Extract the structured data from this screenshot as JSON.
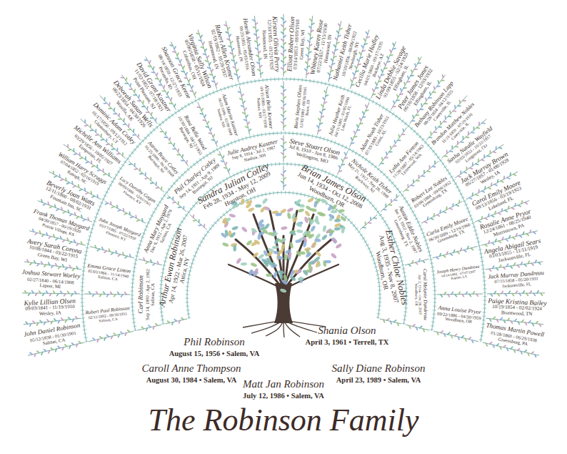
{
  "diagram": {
    "title": "The Robinson Family",
    "nodes": [
      {
        "text": [
          "Arthur Ewan Robinson",
          "Apr 14, 1922 - Mar 26, 2007",
          "Attica, NY"
        ]
      },
      {
        "text": [
          "Sandra Julian Cotley",
          "Feb 28, 1934 - May 12, 2009",
          "Houston, OH"
        ]
      },
      {
        "text": [
          "Brian James Olson",
          "Jun 14, 1934 - Oct 12, 2008",
          "Woodburn, OR"
        ]
      },
      {
        "text": [
          "Esther Chloe Nobles",
          "Aug 3, 1935 - Nov 8, 2007",
          "Woodburn, OR"
        ]
      },
      {
        "text": [
          "Carl Robinson",
          "Sep 14, 1890 - Apr 2, 1962",
          "Salinas, CA"
        ]
      },
      {
        "text": [
          "Anna Mary Maygard",
          "Dec 9, 1912 - Apr 2, 1979",
          "Salinas, CA"
        ]
      },
      {
        "text": [
          "Phil Charley Cotley",
          "Sep 14, 1911 - Apr 9, 1989",
          "Burnegat, NJ"
        ]
      },
      {
        "text": [
          "Julie Audrey Kastner",
          "Sep 8, 1914 - Jul 2, 1987",
          "Nashua, NH"
        ]
      },
      {
        "text": [
          "Steve Stuart Olson",
          "Jul 8, 1910 - Jun 8, 1986",
          "Wellington, MO"
        ]
      },
      {
        "text": [
          "Nichole Keith Tisher",
          "May 21, 1912 - Sep 28, 1998",
          "Rockway, NJ"
        ]
      },
      {
        "text": [
          "Austin Eddie Nobles",
          "Jan 13, 1912 - Nov 2, 1997",
          "Greensburg, TX"
        ]
      },
      {
        "text": [
          "Carol Melanie Dandreau",
          "Apr 2, 1914 - Oct 28, 2007",
          "Woodburn, OR"
        ]
      },
      {
        "text": [
          "Robert Paul Robinson",
          "02/11/1862 - 09/30/1931",
          "Salinas, CA"
        ]
      },
      {
        "text": [
          "Emma Grace Linton",
          "05/03/1866 - 11/14/1940",
          "Salinas, CA"
        ]
      },
      {
        "text": [
          "John Joseph Maygard",
          "03/17/1885 - 07/22/1950",
          "Florence, KY"
        ]
      },
      {
        "text": [
          "Lucy Dorothy Gagan",
          "08/09/1888 - 12/01/1961",
          "Florence, KY"
        ]
      },
      {
        "text": [
          "Aaron Bruce Cotley",
          "01/25/1880 - 06/18/1948",
          "Burnegat, NJ"
        ]
      },
      {
        "text": [
          "Rosa Bella Wood",
          "10/30/1884 - 04/12/1955",
          "Burnegat, NJ"
        ]
      },
      {
        "text": [
          "Adam Martin Kastner",
          "06/21/1886 - 02/08/1949",
          "Nashua, NH"
        ]
      },
      {
        "text": [
          "Alison Bella Kramer",
          "09/15/1889 - 03/27/1958",
          "Nashua, NH"
        ]
      },
      {
        "text": [
          "Boris Stephen Olson",
          "12/02/1881 - 08/16/1945",
          "Boise, ID"
        ]
      },
      {
        "text": [
          "Julia Heather Keith",
          "04/11/1885 - 01/05/1960",
          "Lake Worth, FL"
        ]
      },
      {
        "text": [
          "Adam Noah Tisher",
          "07/19/1883 - 10/23/1951",
          "Grant, AL"
        ]
      },
      {
        "text": [
          "Lydia Ann Fenton",
          "11/28/1887 - 05/14/1963",
          "Lynnwood, WA"
        ]
      },
      {
        "text": [
          "Robert Lee Nobles",
          "03/06/1884 - 09/09/1952",
          "Greensburg, TX"
        ]
      },
      {
        "text": [
          "Carla Emily Moore",
          "06/30/1889 - 12/19/1966",
          "Greensburg, TX"
        ]
      },
      {
        "text": [
          "Joseph Henry Dandreau",
          "02/14/1882 - 07/07/1947",
          "Kaplan, LA"
        ]
      },
      {
        "text": [
          "Anna Louise Pryor",
          "09/22/1886 - 04/30/1959",
          "Woodburn, OR"
        ]
      },
      {
        "text": [
          "John Daniel Robinson",
          "05/12/1838 - 01/30/1901",
          "Salinas, CA"
        ]
      },
      {
        "text": [
          "Kylie Lillian Olsen",
          "09/03/1841 - 11/19/1910",
          "Wesley, IA"
        ]
      },
      {
        "text": [
          "Joshua Stewart Worley",
          "02/27/1840 - 06/14/1908",
          "Lapeer, MI"
        ]
      },
      {
        "text": [
          "Avery Sarah Corona",
          "10/08/1844 - 03/22/1915",
          "Green Bay, WI"
        ]
      },
      {
        "text": [
          "Frank Thomas Maygard",
          "04/20/1857 - 06/19/1920",
          "Prairie Village, KS"
        ]
      },
      {
        "text": [
          "Beverly Joan Watts",
          "12/11/1860 - 08/02/1931",
          "Fountain Inn, SC"
        ]
      },
      {
        "text": [
          "William Harry Scruggs",
          "07/04/1852 - 02/16/1919",
          "Raleigh, NC"
        ]
      },
      {
        "text": [
          "Michelle Ann Williams",
          "03/29/1856 - 10/05/1927",
          "Eastpointe, FL"
        ]
      },
      {
        "text": [
          "Dominic Adam Cotley",
          "01/17/1850 - 09/12/1912",
          "Glastonbury, CT"
        ]
      },
      {
        "text": [
          "Deborah Susan Wells",
          "06/23/1854 - 04/30/1926",
          "Wasilla, AK"
        ]
      },
      {
        "text": [
          "David Grant Kastner",
          "11/02/1855 - 07/18/1921",
          "Point Pleasant, NJ"
        ]
      },
      {
        "text": [
          "Shannon Grace Keene",
          "08/14/1859 - 12/27/1933",
          "Pocatello, ID"
        ]
      },
      {
        "text": [
          "Virginia Sally Wilson",
          "05/06/1858 - 03/11/1924",
          "Columbus, OH"
        ]
      },
      {
        "text": [
          "Robert Allen Kramer",
          "02/19/1862 - 10/28/1937",
          "Hammond, IN"
        ]
      },
      {
        "text": [
          "Henrik Alexander Olson",
          "09/25/1851 - 05/03/1916",
          "Hammond, IN"
        ]
      },
      {
        "text": [
          "Kirsten Olivia Perry",
          "12/30/1855 - 01/21/1929",
          "Hammond, IN"
        ]
      },
      {
        "text": [
          "Elliott Robert Olson",
          "03/14/1853 - 08/09/1918",
          "Green Bay, WI"
        ]
      },
      {
        "text": [
          "Whitney Karen Rose",
          "07/22/1857 - 11/15/1930",
          "Hammond, IN"
        ]
      },
      {
        "text": [
          "Nathaniel Keith Tisher",
          "10/10/1856 - 06/06/1922",
          "Newburgh, NY"
        ]
      },
      {
        "text": [
          "Cecilia Marie Hadley",
          "04/01/1860 - 09/17/1935",
          "Buckeye, AZ"
        ]
      },
      {
        "text": [
          "Linda Debbie Savage",
          "01/09/1855 - 02/24/1920",
          "Effingham, IL"
        ]
      },
      {
        "text": [
          "Peter James Jones",
          "06/16/1858 - 12/03/1932",
          "Effingham, IL"
        ]
      },
      {
        "text": [
          "Bethany Robinson Lapp",
          "08/28/1854 - 04/12/1925",
          "Caseyville, IL"
        ]
      },
      {
        "text": [
          "Brandon Matthew Nobles",
          "11/21/1859 - 07/29/1936",
          "Caseyville, IL"
        ]
      },
      {
        "text": [
          "Sasha Natalie Wayfield",
          "02/05/1853 - 10/31/1917",
          "Longmont, CO"
        ]
      },
      {
        "text": [
          "Jack Murray Brown",
          "05/27/1857 - 01/08/1928",
          "Wesley, IA"
        ]
      },
      {
        "text": [
          "Carol Emily Moore",
          "09/13/1856 - 03/19/1923",
          "Lakeland, FL"
        ]
      },
      {
        "text": [
          "Rosalie Anne Pryor",
          "12/24/1861 - 08/25/1940",
          "Morristown, PA"
        ]
      },
      {
        "text": [
          "Angela Abigail Sears",
          "03/03/1855 - 11/11/1919",
          "Jacksonville, FL"
        ]
      },
      {
        "text": [
          "Jack Murray Dandreau",
          "07/15/1858 - 05/20/1931",
          "Jacksonville, FL"
        ]
      },
      {
        "text": [
          "Paige Kristina Bailey",
          "10/19/1854 - 02/02/1924",
          "Brentwood, TN"
        ]
      },
      {
        "text": [
          "Thomas Martin Powell",
          "01/28/1860 - 06/29/1938",
          "Greensburg, PA"
        ]
      }
    ],
    "labels": [
      "Phil Robinson",
      "August 15, 1956 • Salem, VA",
      "Shania Olson",
      "April 3, 1961 • Terrell, TX",
      "Caroll Anne Thompson",
      "August 30, 1984 • Salem, VA",
      "Matt Jan Robinson",
      "July 12, 1986 • Salem, VA",
      "Sally Diane Robinson",
      "April 23, 1989 • Salem, VA"
    ]
  }
}
